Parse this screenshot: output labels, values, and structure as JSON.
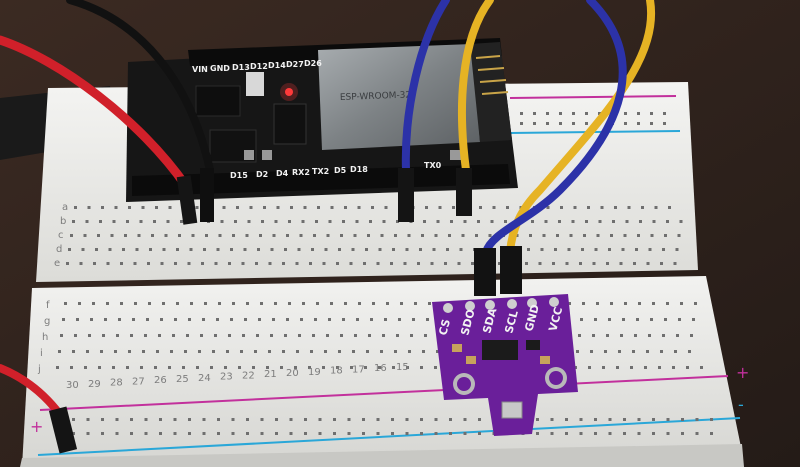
{
  "esp_board": {
    "top_labels": [
      "VIN",
      "GND",
      "D13",
      "D12",
      "D14",
      "D27",
      "D26"
    ],
    "bottom_labels": [
      "D15",
      "D2",
      "D4",
      "RX2",
      "TX2",
      "D5",
      "D18",
      "TX0"
    ],
    "module_text": "ESP-WROOM-32"
  },
  "sensor": {
    "pins": [
      "CS",
      "SDO",
      "SDA",
      "SCL",
      "GND",
      "VCC"
    ],
    "color": "#6a1f9a"
  },
  "breadboard": {
    "row_letters_top": [
      "a",
      "b",
      "c",
      "d",
      "e"
    ],
    "row_letters_bottom": [
      "f",
      "g",
      "h",
      "i",
      "j"
    ],
    "column_numbers": [
      "30",
      "29",
      "28",
      "27",
      "26",
      "25",
      "24",
      "23",
      "22",
      "21",
      "20",
      "19",
      "18",
      "17",
      "16",
      "15"
    ],
    "rail_plus": "+",
    "rail_minus": "-"
  },
  "colors": {
    "wire_red": "#d0202a",
    "wire_black": "#111111",
    "wire_blue": "#2c32a8",
    "wire_yellow": "#e6b324",
    "rail_red": "#c2309c",
    "rail_blue": "#2aa7d8",
    "board_white": "#e9e9e7",
    "esp_black": "#1a1a1a"
  }
}
